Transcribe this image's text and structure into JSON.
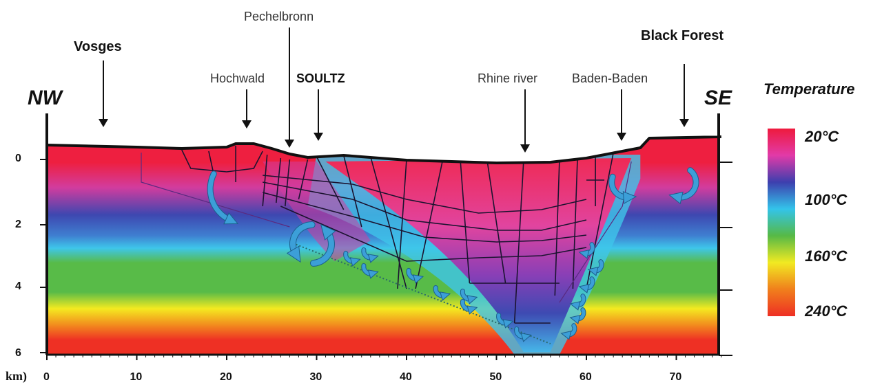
{
  "direction": {
    "left": "NW",
    "right": "SE"
  },
  "locations": [
    {
      "id": "vosges",
      "label": "Vosges",
      "km": 6.2,
      "style": "bold"
    },
    {
      "id": "pechelbronn",
      "label": "Pechelbronn",
      "km": 26.5,
      "style": "plain"
    },
    {
      "id": "hochwald",
      "label": "Hochwald",
      "km": 22.0,
      "style": "plain"
    },
    {
      "id": "soultz",
      "label": "SOULTZ",
      "km": 30.0,
      "style": "bold"
    },
    {
      "id": "rhine",
      "label": "Rhine river",
      "km": 53.0,
      "style": "plain"
    },
    {
      "id": "baden",
      "label": "Baden-Baden",
      "km": 63.5,
      "style": "plain"
    },
    {
      "id": "blackforest",
      "label": "Black Forest",
      "km": 71.0,
      "style": "bold"
    }
  ],
  "depth_axis": {
    "ticks": [
      "0",
      "2",
      "4",
      "6"
    ]
  },
  "distance_axis": {
    "unit_label": "km)",
    "ticks": [
      "0",
      "10",
      "20",
      "30",
      "40",
      "50",
      "60",
      "70"
    ]
  },
  "legend": {
    "title": "Temperature",
    "labels": [
      "20°C",
      "100°C",
      "160°C",
      "240°C"
    ],
    "colors": [
      "#ee1a3d",
      "#e23aa8",
      "#3d3fae",
      "#33c4ea",
      "#56b946",
      "#f1ea22",
      "#f07f1c",
      "#ee2f24"
    ]
  },
  "palette": {
    "surface_red": "#ee1f40",
    "magenta": "#d23c9e",
    "blue": "#3e47b0",
    "cyan": "#3ec6ea",
    "green": "#58bb48",
    "yellow": "#f4ea20",
    "orange": "#f2891e",
    "deep_red": "#ee3024",
    "arrow_blue": "#3c9fd8"
  }
}
